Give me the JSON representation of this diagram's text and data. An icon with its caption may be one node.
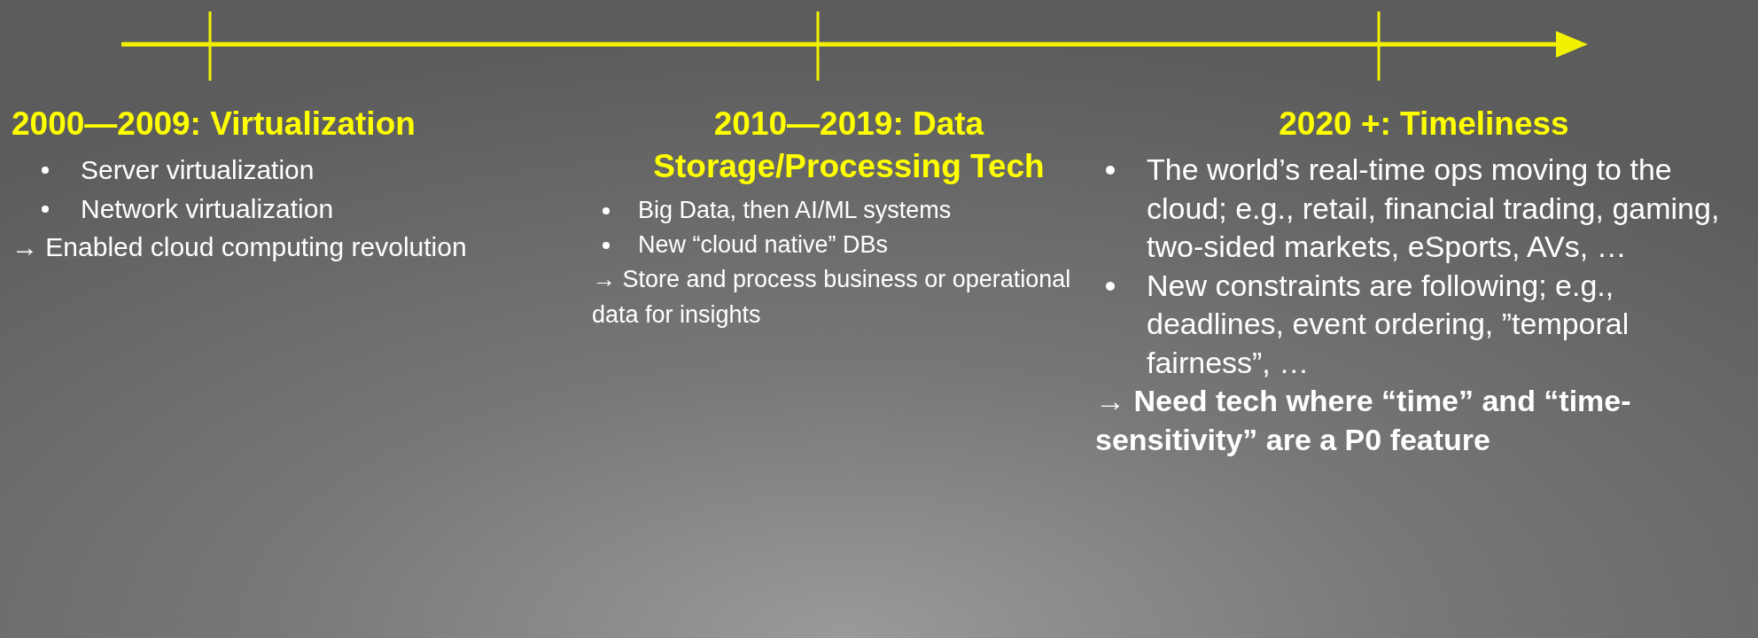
{
  "diagram": {
    "labels": [
      "2000—2009: Virtualization",
      "Server virtualization",
      "Network virtualization",
      "→ Enabled cloud computing revolution",
      "2010—2019: Data Storage/Processing Tech",
      "Big Data, then AI/ML systems",
      "New “cloud native” DBs",
      "→ Store and process business or operational data for insights",
      "2020 +: Timeliness",
      "The world’s real-time ops moving to the cloud; e.g., retail, financial trading, gaming, two-sided markets, eSports, AVs, …",
      "New constraints are following; e.g., deadlines, event ordering, ”temporal fairness”, …",
      "→ **Need tech where “time” and “time-sensitivity” are a P0 feature**"
    ]
  }
}
